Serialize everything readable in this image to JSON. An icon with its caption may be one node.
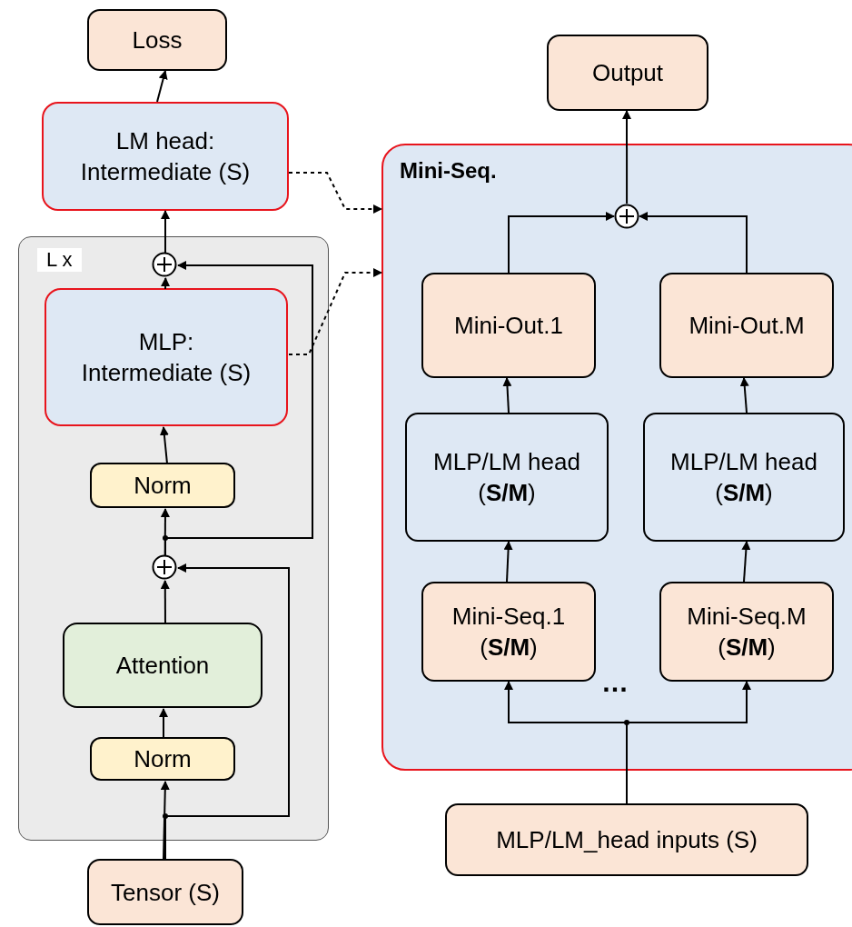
{
  "diagram": {
    "nodes": [
      {
        "text": [
          "Loss"
        ]
      },
      {
        "text": [
          "LM head: Intermediate (S)"
        ]
      },
      {
        "text": [
          "L x"
        ]
      },
      {
        "text": [],
        "shape": "circle",
        "in": 2
      },
      {
        "text": [
          "MLP: Intermediate (S)"
        ],
        "in": 2
      },
      {
        "text": [
          "Norm"
        ],
        "in": 2
      },
      {
        "text": [],
        "shape": "circle",
        "in": 2
      },
      {
        "text": [
          "Attention"
        ],
        "in": 2
      },
      {
        "text": [
          "Norm"
        ],
        "in": 2
      },
      {
        "text": [
          "Tensor (S)"
        ]
      },
      {
        "text": [
          "Output"
        ]
      },
      {
        "text": [
          "Mini-Seq."
        ]
      },
      {
        "text": [],
        "shape": "circle",
        "in": 11
      },
      {
        "text": [
          "Mini-Out.1"
        ],
        "in": 11
      },
      {
        "text": [
          "Mini-Out.M"
        ],
        "in": 11
      },
      {
        "text": [
          "MLP/LM head (**S/M**)"
        ],
        "in": 11
      },
      {
        "text": [
          "MLP/LM head (**S/M**)"
        ],
        "in": 11
      },
      {
        "text": [
          "Mini-Seq.1 (**S/M**)"
        ],
        "in": 11
      },
      {
        "text": [
          "Mini-Seq.M (**S/M**)"
        ],
        "in": 11
      },
      {
        "text": [
          "MLP/LM_head inputs (S)"
        ]
      }
    ],
    "edges": [
      {
        "from": 1,
        "to": 0,
        "arrow": "to"
      },
      {
        "from": 3,
        "to": 1,
        "arrow": "to"
      },
      {
        "from": 4,
        "to": 3,
        "arrow": "to"
      },
      {
        "from": 5,
        "to": 4,
        "arrow": "to"
      },
      {
        "from": 6,
        "to": 5,
        "arrow": "to"
      },
      {
        "from": 6,
        "to": 3,
        "arrow": "to"
      },
      {
        "from": 7,
        "to": 6,
        "arrow": "to"
      },
      {
        "from": 8,
        "to": 7,
        "arrow": "to"
      },
      {
        "from": 9,
        "to": 8,
        "arrow": "to"
      },
      {
        "from": 9,
        "to": 6,
        "arrow": "to"
      },
      {
        "from": 1,
        "to": 11,
        "arrow": "to",
        "style": "dashed"
      },
      {
        "from": 4,
        "to": 11,
        "arrow": "to",
        "style": "dashed"
      },
      {
        "from": 12,
        "to": 10,
        "arrow": "to"
      },
      {
        "from": 13,
        "to": 12,
        "arrow": "to"
      },
      {
        "from": 14,
        "to": 12,
        "arrow": "to"
      },
      {
        "from": 15,
        "to": 13,
        "arrow": "to"
      },
      {
        "from": 16,
        "to": 14,
        "arrow": "to"
      },
      {
        "from": 17,
        "to": 15,
        "arrow": "to"
      },
      {
        "from": 18,
        "to": 16,
        "arrow": "to"
      },
      {
        "from": 19,
        "to": 17,
        "arrow": "to"
      },
      {
        "from": 19,
        "to": 18,
        "arrow": "to"
      }
    ],
    "labels": [
      "…"
    ]
  }
}
